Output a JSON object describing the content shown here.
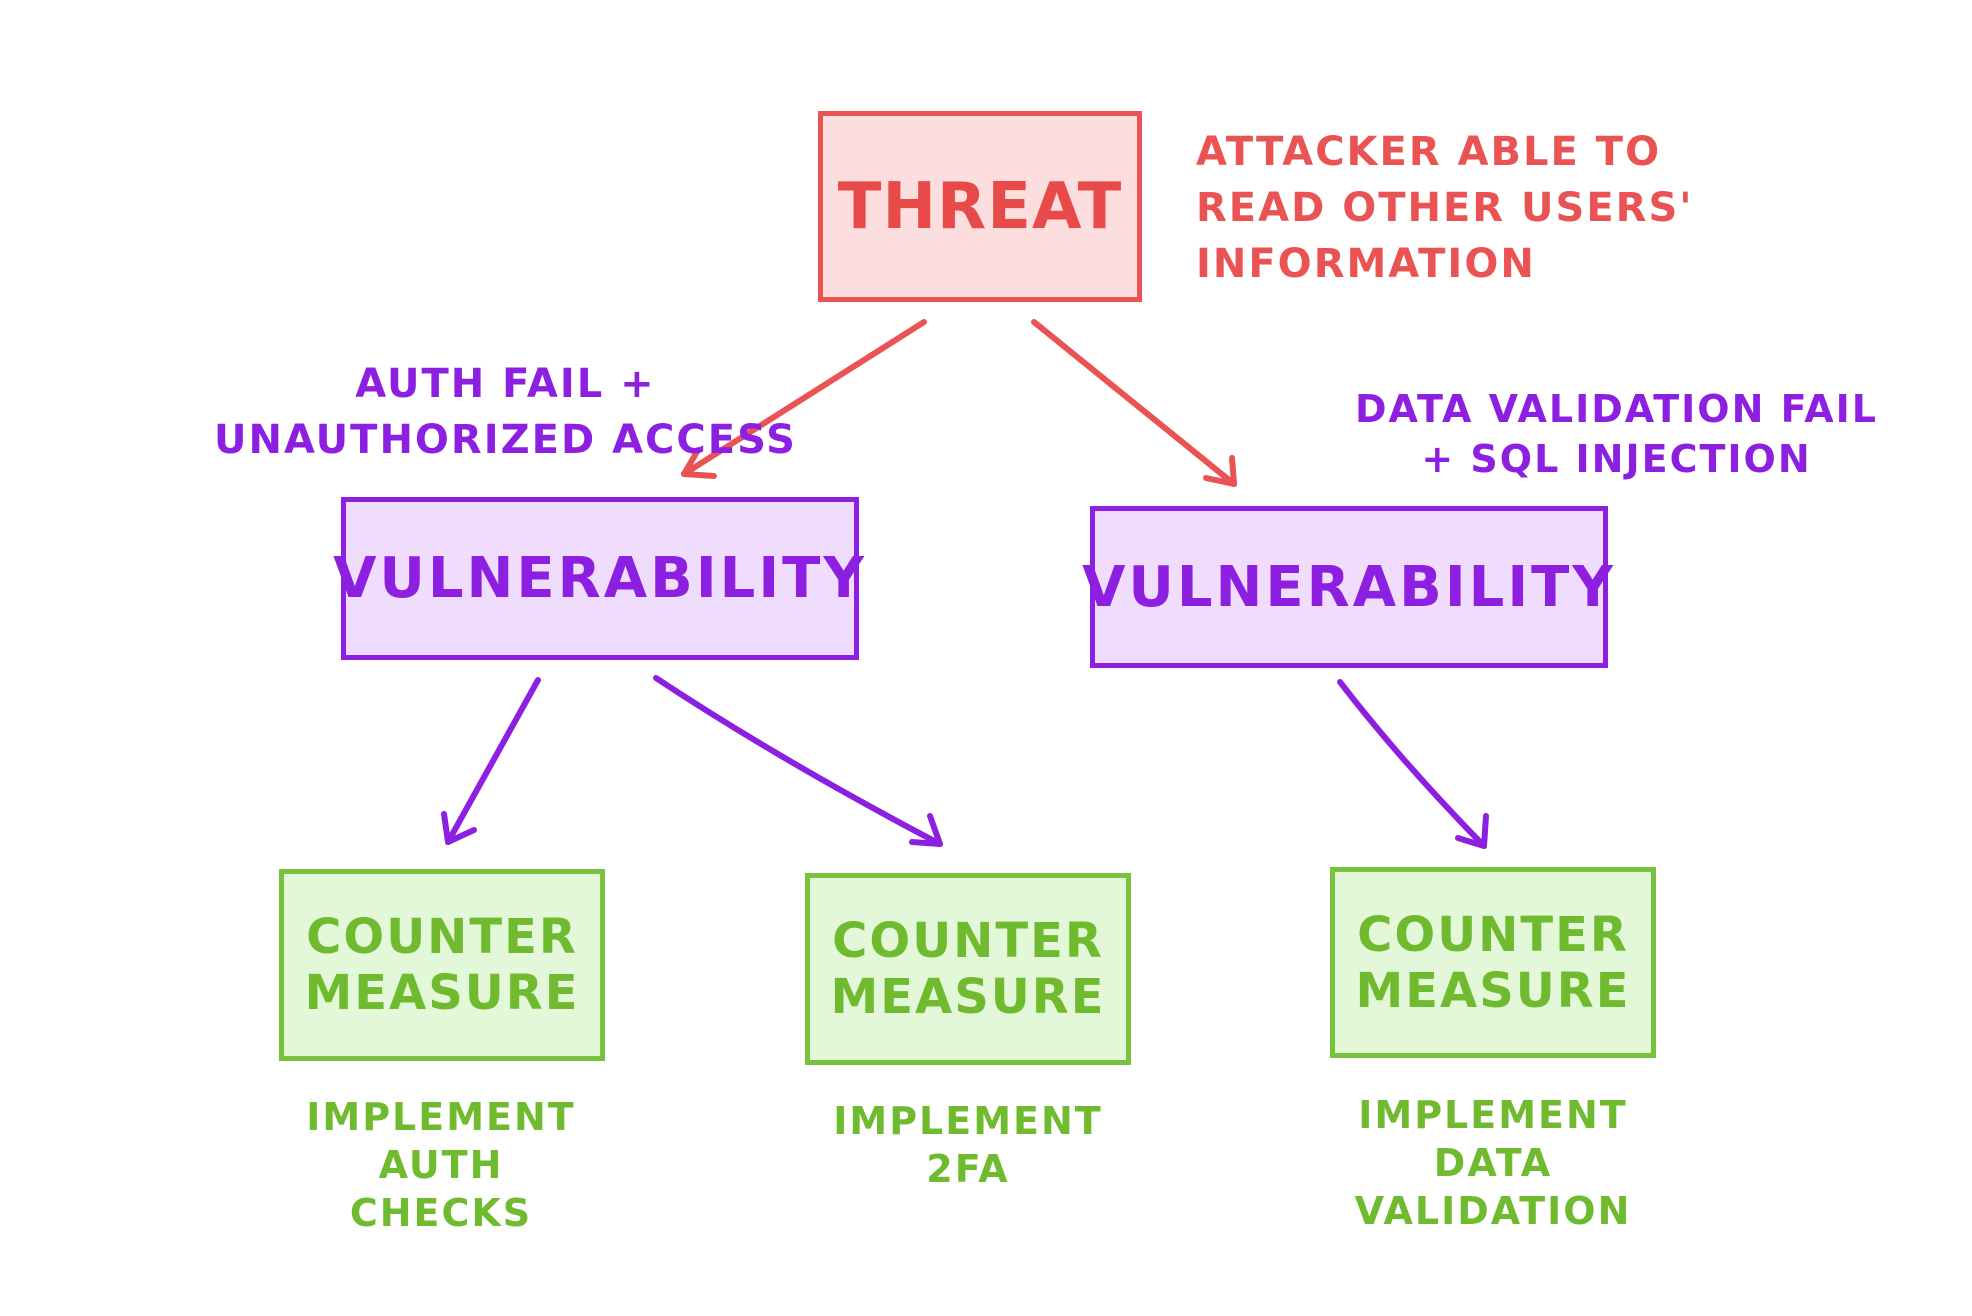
{
  "threat": {
    "label": "THREAT",
    "note": "ATTACKER ABLE TO\nREAD OTHER USERS'\nINFORMATION"
  },
  "vulnerabilities": [
    {
      "label": "VULNERABILITY",
      "note": "AUTH FAIL +\nUNAUTHORIZED ACCESS"
    },
    {
      "label": "VULNERABILITY",
      "note": "DATA VALIDATION FAIL\n+ SQL INJECTION"
    }
  ],
  "countermeasures": [
    {
      "line1": "COUNTER",
      "line2": "MEASURE",
      "note": "IMPLEMENT\nAUTH CHECKS"
    },
    {
      "line1": "COUNTER",
      "line2": "MEASURE",
      "note": "IMPLEMENT\n2FA"
    },
    {
      "line1": "COUNTER",
      "line2": "MEASURE",
      "note": "IMPLEMENT DATA\nVALIDATION"
    }
  ],
  "colors": {
    "threat": "#ea5353",
    "threat_fill": "#fddede",
    "vulnerability": "#8c1fe0",
    "vulnerability_fill": "#f0dcfc",
    "countermeasure": "#79c23d",
    "countermeasure_fill": "#e3f8d8"
  }
}
